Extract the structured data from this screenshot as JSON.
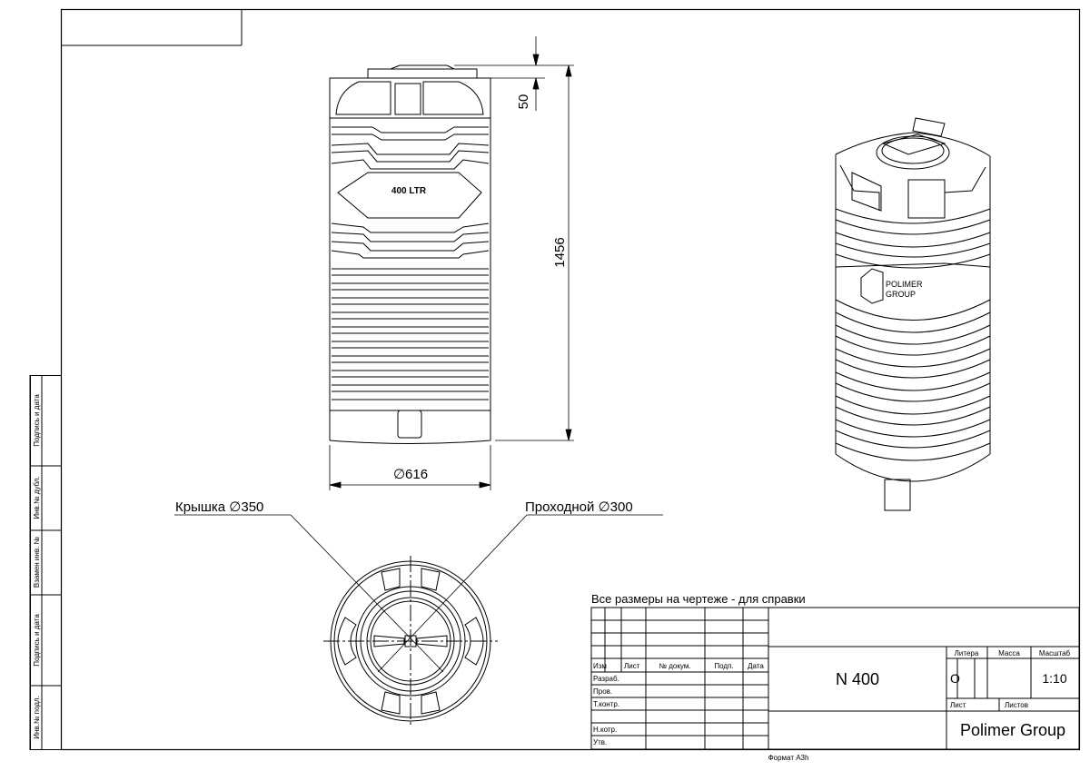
{
  "side_stamps": [
    {
      "label": "Подпись и дата"
    },
    {
      "label": "Инв.№ дубл."
    },
    {
      "label": "Взамен инв. №"
    },
    {
      "label": "Подпись и дата"
    },
    {
      "label": "Инв.№ подл."
    }
  ],
  "front_view": {
    "height_dim": "1456",
    "cap_dim": "50",
    "diameter_dim": "∅616",
    "volume_text": "400 LTR"
  },
  "top_view": {
    "lid_callout": "Крышка ∅350",
    "passage_callout": "Проходной ∅300"
  },
  "iso_view": {
    "logo_line1": "POLIMER",
    "logo_line2": "GROUP"
  },
  "note": "Все размеры на чертеже - для справки",
  "title_block": {
    "col_headers": [
      "Изм",
      "Лист",
      "№ докум.",
      "Подп.",
      "Дата"
    ],
    "row_labels": [
      "Разраб.",
      "Пров.",
      "Т.контр.",
      "",
      "Н.котр.",
      "Утв."
    ],
    "designation": "N 400",
    "litera_label": "Литера",
    "mass_label": "Масса",
    "scale_label": "Масштаб",
    "litera_value": "О",
    "scale_value": "1:10",
    "sheet_label": "Лист",
    "sheets_label": "Листов",
    "company": "Polimer Group"
  },
  "format_label": "Формат А3h"
}
